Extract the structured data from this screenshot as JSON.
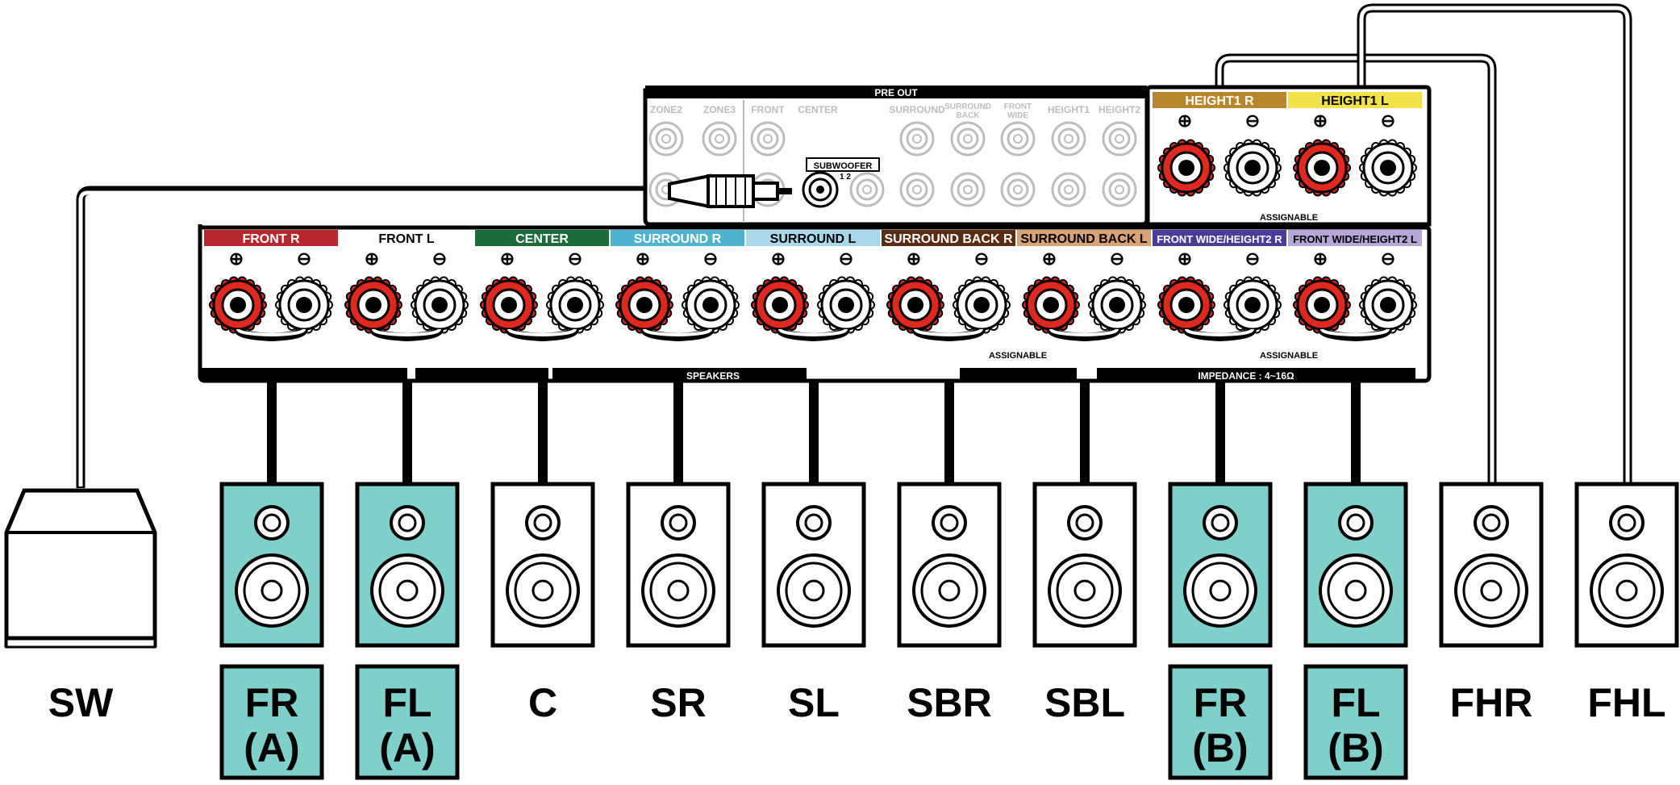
{
  "pre_out": {
    "title": "PRE OUT",
    "labels": [
      "ZONE2",
      "ZONE3",
      "FRONT",
      "CENTER",
      "SURROUND",
      "SURROUND BACK",
      "FRONT WIDE",
      "HEIGHT1",
      "HEIGHT2"
    ],
    "subwoofer_label": "SUBWOOFER",
    "subwoofer_numbers": "1  2"
  },
  "height_panel": {
    "terminals": [
      {
        "label": "HEIGHT1 R",
        "color": "#b8862b"
      },
      {
        "label": "HEIGHT1 L",
        "color": "#f2e24a"
      }
    ],
    "assignable_label": "ASSIGNABLE"
  },
  "speaker_panel": {
    "terminals": [
      {
        "label": "FRONT R",
        "color": "#b6282e"
      },
      {
        "label": "FRONT L",
        "color": "#ffffff"
      },
      {
        "label": "CENTER",
        "color": "#1e6b3a"
      },
      {
        "label": "SURROUND R",
        "color": "#4fb3cf"
      },
      {
        "label": "SURROUND L",
        "color": "#a9d8ea"
      },
      {
        "label": "SURROUND BACK R",
        "color": "#5a2c14"
      },
      {
        "label": "SURROUND BACK L",
        "color": "#d9a275"
      },
      {
        "label": "FRONT WIDE/HEIGHT2 R",
        "color": "#4b3b9a"
      },
      {
        "label": "FRONT WIDE/HEIGHT2 L",
        "color": "#b7a6d8"
      }
    ],
    "assignable_label_1": "ASSIGNABLE",
    "assignable_label_2": "ASSIGNABLE",
    "speakers_label": "SPEAKERS",
    "impedance_label": "IMPEDANCE : 4~16Ω"
  },
  "polarity": {
    "plus": "⊕",
    "minus": "⊖"
  },
  "speakers": [
    {
      "id": "SW",
      "line1": "SW",
      "line2": "",
      "highlighted": false,
      "type": "subwoofer"
    },
    {
      "id": "FR_A",
      "line1": "FR",
      "line2": "(A)",
      "highlighted": true,
      "type": "speaker"
    },
    {
      "id": "FL_A",
      "line1": "FL",
      "line2": "(A)",
      "highlighted": true,
      "type": "speaker"
    },
    {
      "id": "C",
      "line1": "C",
      "line2": "",
      "highlighted": false,
      "type": "speaker"
    },
    {
      "id": "SR",
      "line1": "SR",
      "line2": "",
      "highlighted": false,
      "type": "speaker"
    },
    {
      "id": "SL",
      "line1": "SL",
      "line2": "",
      "highlighted": false,
      "type": "speaker"
    },
    {
      "id": "SBR",
      "line1": "SBR",
      "line2": "",
      "highlighted": false,
      "type": "speaker"
    },
    {
      "id": "SBL",
      "line1": "SBL",
      "line2": "",
      "highlighted": false,
      "type": "speaker"
    },
    {
      "id": "FR_B",
      "line1": "FR",
      "line2": "(B)",
      "highlighted": true,
      "type": "speaker"
    },
    {
      "id": "FL_B",
      "line1": "FL",
      "line2": "(B)",
      "highlighted": true,
      "type": "speaker"
    },
    {
      "id": "FHR",
      "line1": "FHR",
      "line2": "",
      "highlighted": false,
      "type": "speaker"
    },
    {
      "id": "FHL",
      "line1": "FHL",
      "line2": "",
      "highlighted": false,
      "type": "speaker"
    }
  ],
  "colors": {
    "highlight": "#7fcfcb",
    "terminal_red": "#e0281e",
    "terminal_white": "#ffffff",
    "line": "#000000",
    "faded_jack": "#bdbdbd"
  }
}
